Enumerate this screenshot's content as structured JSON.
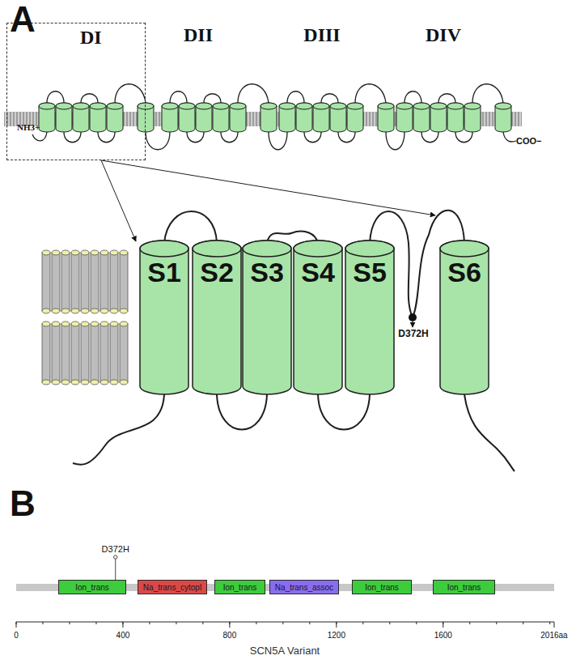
{
  "diagram": {
    "caption": "SCN5A Variant",
    "nodes": [
      {
        "text": [
          "DI",
          "NH3+"
        ]
      },
      {
        "text": [
          "S1"
        ]
      },
      {
        "text": [
          "S2"
        ]
      },
      {
        "text": [
          "S3"
        ]
      },
      {
        "text": [
          "S4"
        ]
      },
      {
        "text": [
          "S5"
        ]
      },
      {
        "text": [
          "S6"
        ]
      },
      {
        "text": [
          "Ion_trans"
        ]
      },
      {
        "text": [
          "Na_trans_cytopl"
        ]
      },
      {
        "text": [
          "Ion_trans"
        ]
      },
      {
        "text": [
          "Na_trans_assoc"
        ]
      },
      {
        "text": [
          "Ion_trans"
        ]
      },
      {
        "text": [
          "Ion_trans"
        ]
      }
    ],
    "labels": [
      "A",
      "DII",
      "DIII",
      "DIV",
      "COO−",
      "D372H",
      "B",
      "D372H",
      "0",
      "400",
      "800",
      "1200",
      "1600",
      "2016aa"
    ]
  }
}
